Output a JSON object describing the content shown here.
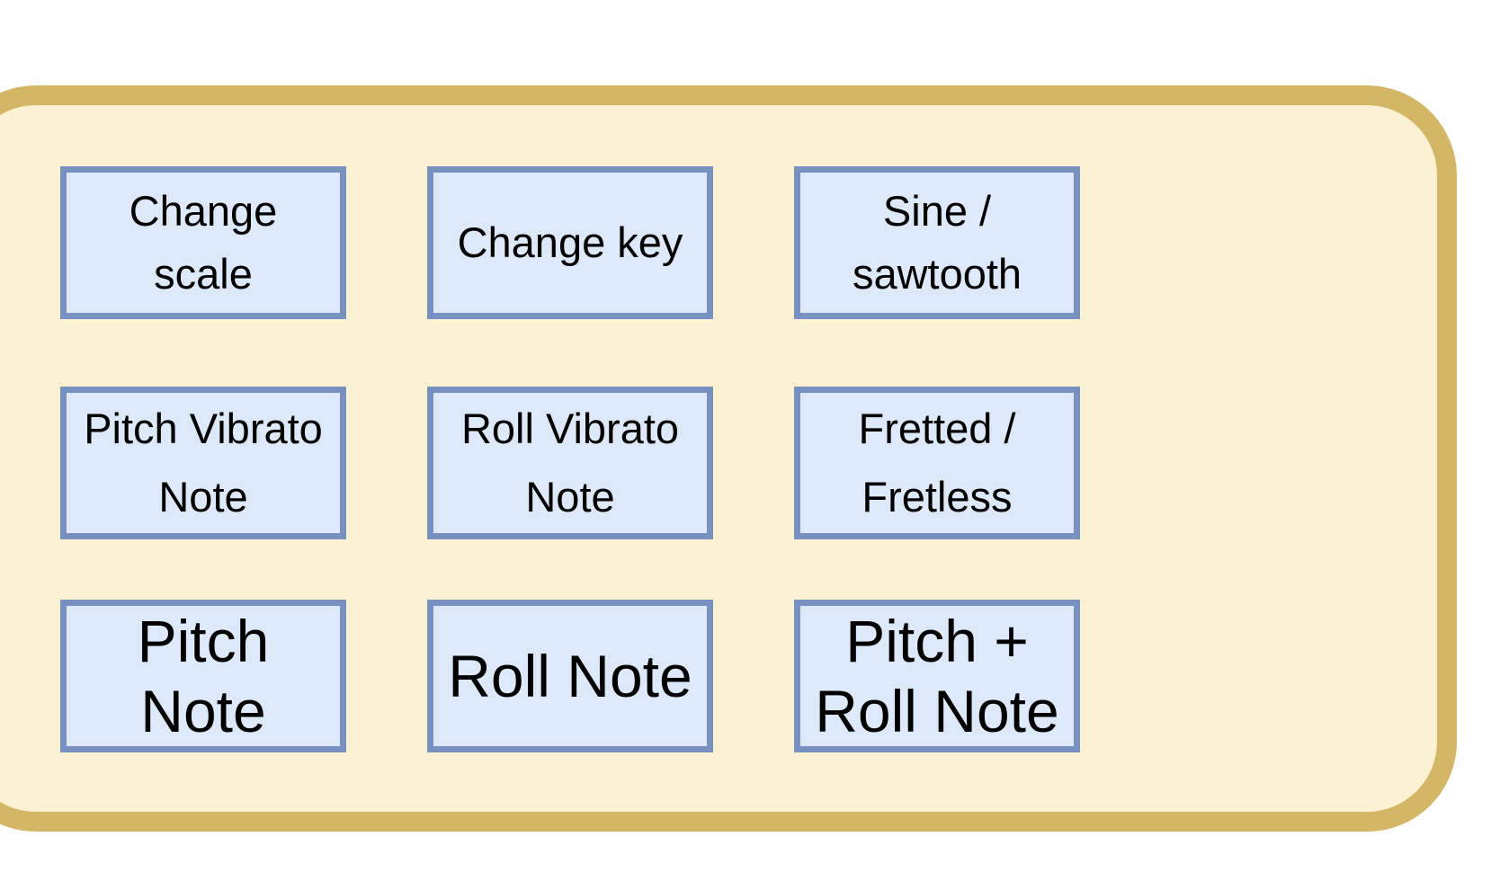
{
  "panel": {
    "fill_color": "#fcf1d2",
    "border_color": "#d4b766"
  },
  "button_style": {
    "fill_color": "#dde8f9",
    "border_color": "#7891c0"
  },
  "buttons": {
    "change_scale": "Change\nscale",
    "change_key": "Change key",
    "sine_sawtooth": "Sine /\nsawtooth",
    "pitch_vibrato_note": "Pitch Vibrato\nNote",
    "roll_vibrato_note": "Roll Vibrato\nNote",
    "fretted_fretless": "Fretted /\nFretless",
    "pitch_note": "Pitch\nNote",
    "roll_note": "Roll Note",
    "pitch_roll_note": "Pitch +\nRoll Note"
  }
}
